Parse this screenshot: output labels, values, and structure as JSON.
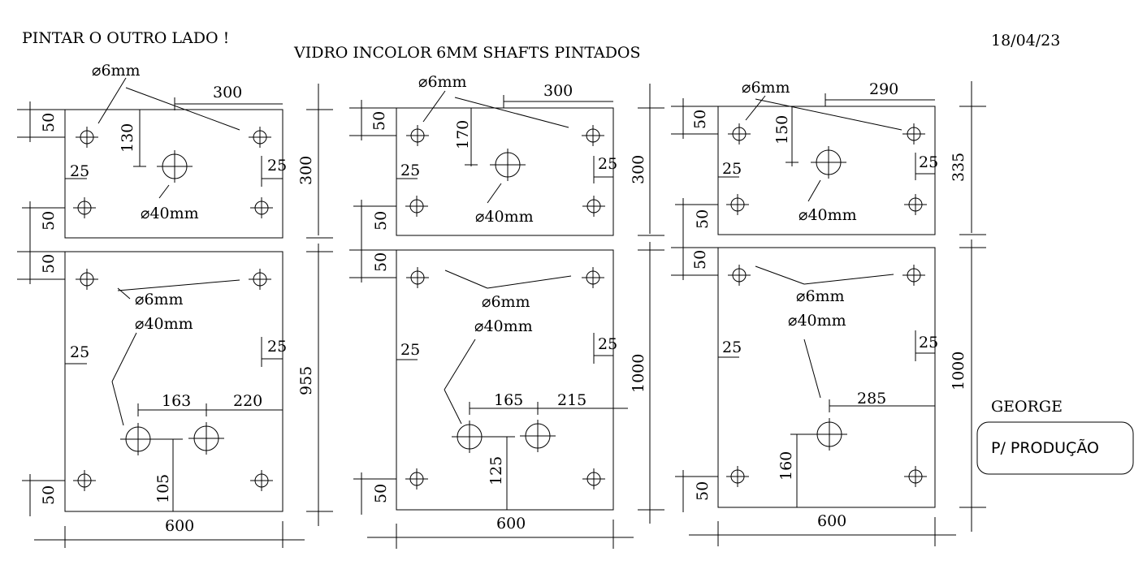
{
  "header": {
    "note": "PINTAR O OUTRO LADO !",
    "title": "VIDRO INCOLOR 6MM   SHAFTS PINTADOS",
    "date": "18/04/23"
  },
  "footer": {
    "name": "GEORGE",
    "stamp": "P/ PRODUÇÃO"
  },
  "hole_small": "6mm",
  "hole_large": "40mm",
  "panels": [
    {
      "id": "A",
      "width": "600",
      "top": {
        "height": "300",
        "margin_top": "50",
        "margin_bottom": "50",
        "margin_left": "25",
        "margin_right": "25",
        "hole_x": "300",
        "hole_y": "130"
      },
      "bottom": {
        "height": "955",
        "margin_top": "50",
        "margin_bottom": "50",
        "margin_left": "25",
        "margin_right": "25",
        "hole1_x": "163",
        "hole2_x": "220",
        "hole_y": "105"
      }
    },
    {
      "id": "B",
      "width": "600",
      "top": {
        "height": "300",
        "margin_top": "50",
        "margin_bottom": "50",
        "margin_left": "25",
        "margin_right": "25",
        "hole_x": "300",
        "hole_y": "170"
      },
      "bottom": {
        "height": "1000",
        "margin_top": "50",
        "margin_bottom": "50",
        "margin_left": "25",
        "margin_right": "25",
        "hole1_x": "165",
        "hole2_x": "215",
        "hole_y": "125"
      }
    },
    {
      "id": "C",
      "width": "600",
      "top": {
        "height": "335",
        "margin_top": "50",
        "margin_bottom": "50",
        "margin_left": "25",
        "margin_right": "25",
        "hole_x": "290",
        "hole_y": "150"
      },
      "bottom": {
        "height": "1000",
        "margin_top": "50",
        "margin_bottom": "50",
        "margin_left": "25",
        "margin_right": "25",
        "hole_x": "285",
        "hole_y": "160"
      }
    }
  ]
}
